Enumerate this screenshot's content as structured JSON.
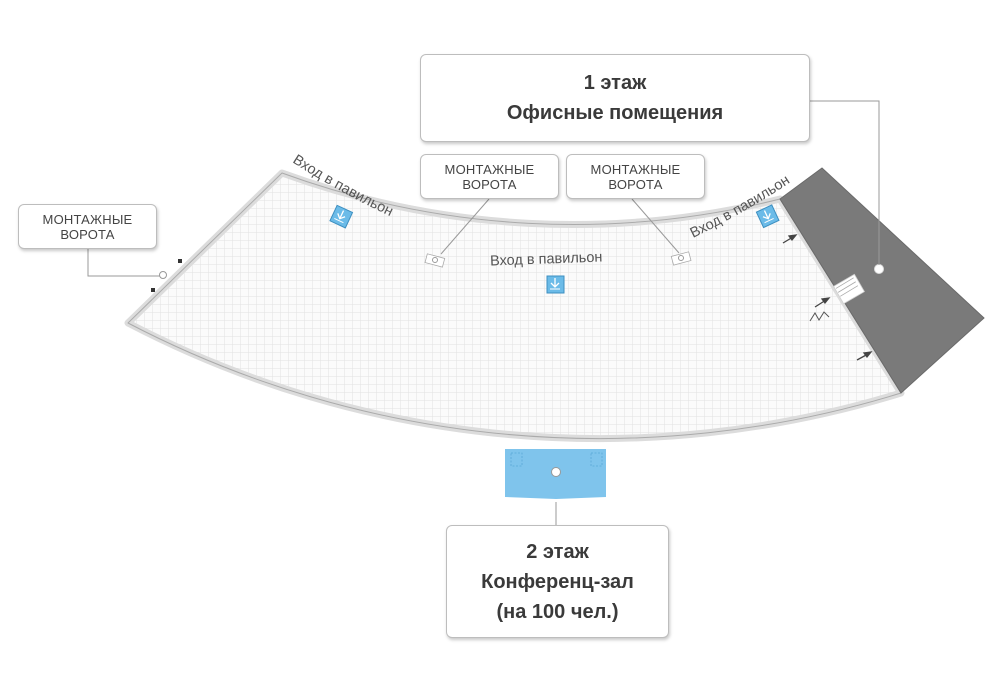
{
  "floor1": {
    "title": "1 этаж",
    "subtitle": "Офисные помещения"
  },
  "floor2": {
    "title": "2 этаж",
    "line1": "Конференц-зал",
    "line2": "(на 100 чел.)"
  },
  "gate_label": {
    "line1": "МОНТАЖНЫЕ",
    "line2": "ВОРОТА"
  },
  "entrance_label": "Вход в павильон",
  "colors": {
    "office_block": "#7a7a7a",
    "conference_block": "#7fc4ec",
    "entrance_marker": "#6bbbe8",
    "hall_outline": "#c8c8c8",
    "grid": "#e2e2e2"
  },
  "icons": [
    "entrance-icon",
    "gate-icon",
    "stairs-icon",
    "arrow-icon",
    "point-icon"
  ]
}
